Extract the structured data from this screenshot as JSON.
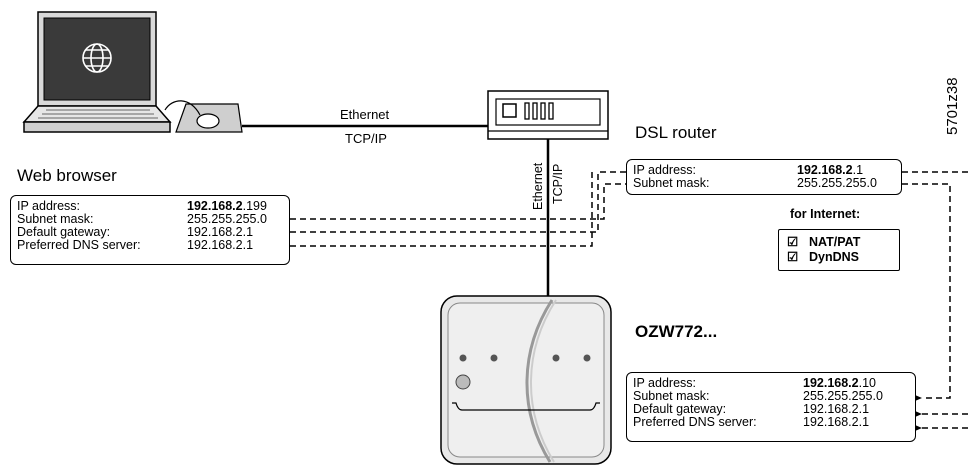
{
  "drawing_id": "5701z38",
  "cable": {
    "horizontal_top": "Ethernet",
    "horizontal_bottom": "TCP/IP",
    "vertical_left": "Ethernet",
    "vertical_right": "TCP/IP"
  },
  "browser": {
    "title": "Web browser",
    "rows": [
      {
        "label": "IP address:",
        "value_bold": "192.168.2",
        "value_rest": ".199"
      },
      {
        "label": "Subnet mask:",
        "value_bold": "",
        "value_rest": "255.255.255.0"
      },
      {
        "label": "Default gateway:",
        "value_bold": "",
        "value_rest": "192.168.2.1"
      },
      {
        "label": "Preferred DNS server:",
        "value_bold": "",
        "value_rest": "192.168.2.1"
      }
    ]
  },
  "router": {
    "title": "DSL router",
    "rows": [
      {
        "label": "IP address:",
        "value_bold": "192.168.2",
        "value_rest": ".1"
      },
      {
        "label": "Subnet mask:",
        "value_bold": "",
        "value_rest": "255.255.255.0"
      }
    ],
    "internet_heading": "for Internet:",
    "features": [
      {
        "check": "☑",
        "label": "NAT/PAT"
      },
      {
        "check": "☑",
        "label": "DynDNS"
      }
    ]
  },
  "device": {
    "title": "OZW772...",
    "rows": [
      {
        "label": "IP address:",
        "value_bold": "192.168.2",
        "value_rest": ".10"
      },
      {
        "label": "Subnet mask:",
        "value_bold": "",
        "value_rest": "255.255.255.0"
      },
      {
        "label": "Default gateway:",
        "value_bold": "",
        "value_rest": "192.168.2.1"
      },
      {
        "label": "Preferred DNS server:",
        "value_bold": "",
        "value_rest": "192.168.2.1"
      }
    ]
  },
  "icons": {
    "computer": "laptop-with-globe-icon",
    "mouse": "mouse-on-pad-icon",
    "router": "router-icon",
    "device": "web-server-device-icon"
  }
}
